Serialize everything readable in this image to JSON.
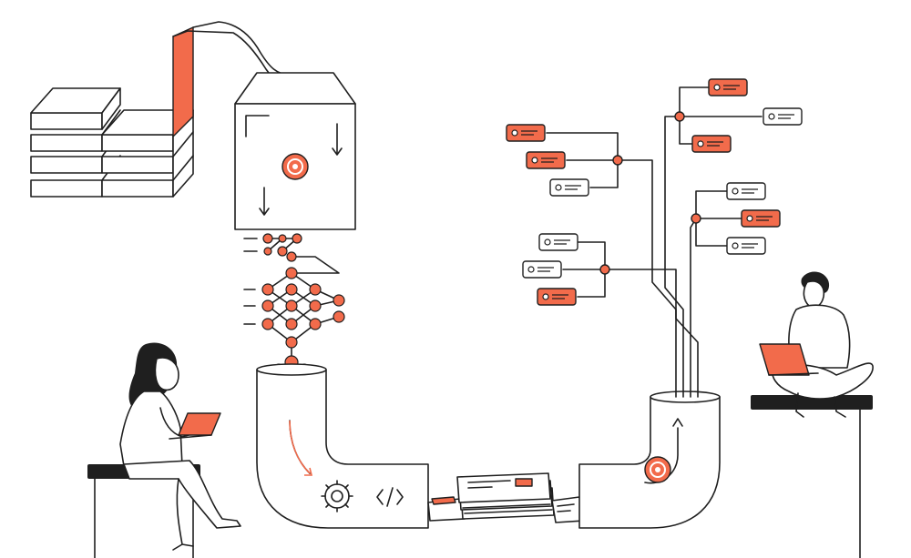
{
  "colors": {
    "accent": "#f26b4b",
    "ink": "#1f1f1f",
    "background": "#ffffff"
  },
  "icons": [
    "gear-icon",
    "code-icon",
    "arrow-down-icon",
    "arrow-up-icon",
    "laptop-icon"
  ],
  "tree_nodes": [
    {
      "id": "tr1",
      "highlighted": true
    },
    {
      "id": "tr2",
      "highlighted": false
    },
    {
      "id": "tr3",
      "highlighted": true
    },
    {
      "id": "tm1",
      "highlighted": false
    },
    {
      "id": "tm2",
      "highlighted": true
    },
    {
      "id": "tm3",
      "highlighted": false
    },
    {
      "id": "tl1",
      "highlighted": true
    },
    {
      "id": "tl2",
      "highlighted": true
    },
    {
      "id": "tl3",
      "highlighted": false
    },
    {
      "id": "bl1",
      "highlighted": false
    },
    {
      "id": "bl2",
      "highlighted": false
    },
    {
      "id": "bl3",
      "highlighted": true
    }
  ]
}
